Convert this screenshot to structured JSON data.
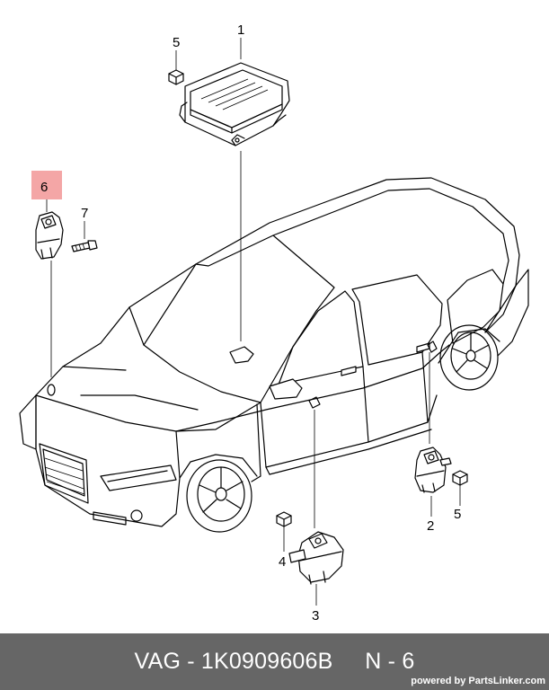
{
  "callouts": {
    "c1": "1",
    "c2": "2",
    "c3": "3",
    "c4": "4",
    "c5_top": "5",
    "c5_right": "5",
    "c6": "6",
    "c7": "7"
  },
  "highlight_color": "#f4a6a6",
  "footer": {
    "brand": "VAG",
    "separator": " - ",
    "part_number": "1K0909606B",
    "position_label": "N - 6",
    "credit": "powered by PartsLinker.com",
    "background": "#666666"
  }
}
